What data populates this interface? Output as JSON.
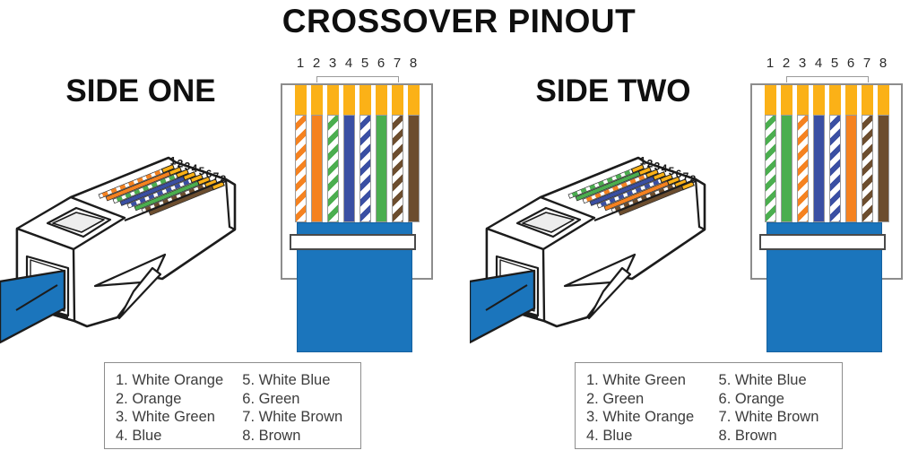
{
  "title": "CROSSOVER PINOUT",
  "pin_numbers": [
    "1",
    "2",
    "3",
    "4",
    "5",
    "6",
    "7",
    "8"
  ],
  "palette": {
    "gold": "#FBB117",
    "orange": "#F58220",
    "green": "#4BAE4F",
    "blue": "#3A4FA3",
    "brown": "#6C4D2E",
    "cable": "#1B75BC",
    "outline": "#1C1C1C",
    "frame": "#8D8D8D",
    "legend_text": "#3C3C3C",
    "heading_text": "#0F0F0F"
  },
  "sides": [
    {
      "heading": "SIDE ONE",
      "pins": [
        {
          "num": "1",
          "label": "White Orange",
          "pattern": "striped",
          "color": "orange"
        },
        {
          "num": "2",
          "label": "Orange",
          "pattern": "solid",
          "color": "orange"
        },
        {
          "num": "3",
          "label": "White Green",
          "pattern": "striped",
          "color": "green"
        },
        {
          "num": "4",
          "label": "Blue",
          "pattern": "solid",
          "color": "blue"
        },
        {
          "num": "5",
          "label": "White Blue",
          "pattern": "striped",
          "color": "blue"
        },
        {
          "num": "6",
          "label": "Green",
          "pattern": "solid",
          "color": "green"
        },
        {
          "num": "7",
          "label": "White Brown",
          "pattern": "striped",
          "color": "brown"
        },
        {
          "num": "8",
          "label": "Brown",
          "pattern": "solid",
          "color": "brown"
        }
      ]
    },
    {
      "heading": "SIDE TWO",
      "pins": [
        {
          "num": "1",
          "label": "White Green",
          "pattern": "striped",
          "color": "green"
        },
        {
          "num": "2",
          "label": "Green",
          "pattern": "solid",
          "color": "green"
        },
        {
          "num": "3",
          "label": "White Orange",
          "pattern": "striped",
          "color": "orange"
        },
        {
          "num": "4",
          "label": "Blue",
          "pattern": "solid",
          "color": "blue"
        },
        {
          "num": "5",
          "label": "White Blue",
          "pattern": "striped",
          "color": "blue"
        },
        {
          "num": "6",
          "label": "Orange",
          "pattern": "solid",
          "color": "orange"
        },
        {
          "num": "7",
          "label": "White Brown",
          "pattern": "striped",
          "color": "brown"
        },
        {
          "num": "8",
          "label": "Brown",
          "pattern": "solid",
          "color": "brown"
        }
      ]
    }
  ]
}
